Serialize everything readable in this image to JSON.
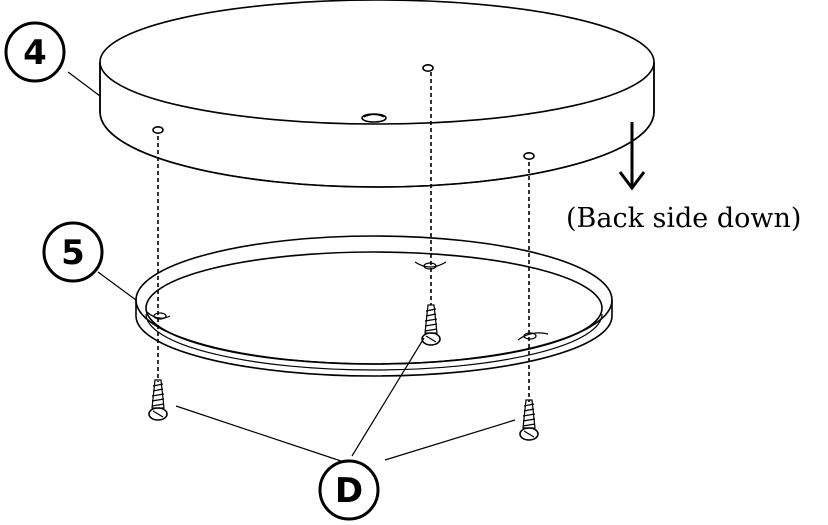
{
  "callouts": {
    "part_4": "4",
    "part_5": "5",
    "part_d": "D"
  },
  "note": "(Back side down)",
  "colors": {
    "ink": "#000000",
    "background": "#ffffff"
  }
}
